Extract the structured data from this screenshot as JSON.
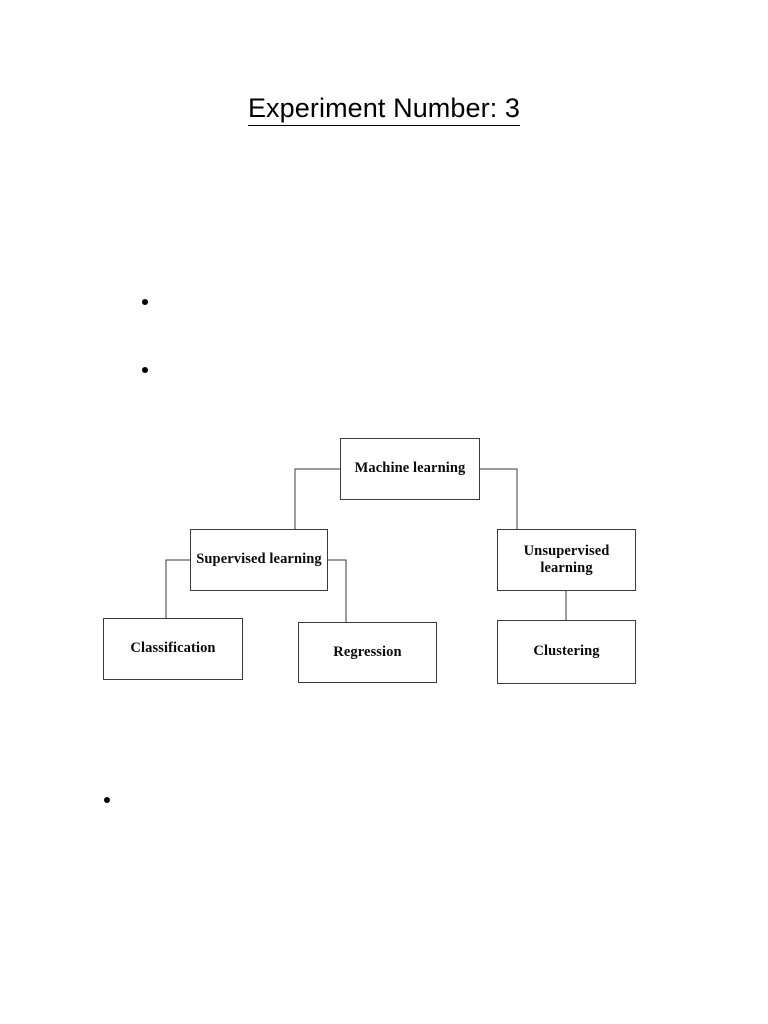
{
  "document": {
    "title": "Experiment Number: 3",
    "background_color": "#ffffff",
    "text_color": "#000000"
  },
  "bullets": [
    {
      "id": "bullet-1",
      "text": ""
    },
    {
      "id": "bullet-2",
      "text": ""
    },
    {
      "id": "bullet-3",
      "text": ""
    }
  ],
  "diagram": {
    "type": "tree",
    "line_color": "#3a3a3a",
    "box_border_color": "#3a3a3a",
    "box_fill_color": "#ffffff",
    "nodes": {
      "machine_learning": "Machine learning",
      "supervised": "Supervised learning",
      "unsupervised": "Unsupervised learning",
      "classification": "Classification",
      "regression": "Regression",
      "clustering": "Clustering"
    },
    "edges": [
      {
        "from": "machine_learning",
        "to": "supervised"
      },
      {
        "from": "machine_learning",
        "to": "unsupervised"
      },
      {
        "from": "supervised",
        "to": "classification"
      },
      {
        "from": "supervised",
        "to": "regression"
      },
      {
        "from": "unsupervised",
        "to": "clustering"
      }
    ]
  }
}
